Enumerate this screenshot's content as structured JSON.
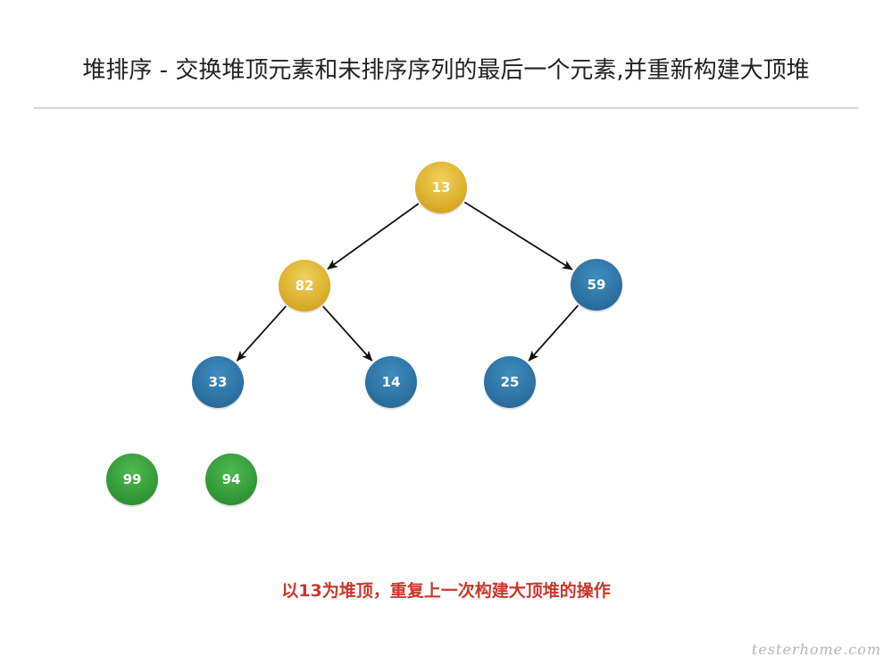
{
  "title": "堆排序 - 交换堆顶元素和未排序序列的最后一个元素,并重新构建大顶堆",
  "caption": "以13为堆顶，重复上一次构建大顶堆的操作",
  "watermark": "testerhome.com",
  "colors": {
    "yellow": "#e0b62c",
    "blue": "#2f77a8",
    "green": "#39a13d",
    "arrow": "#111111",
    "caption": "#c8372d"
  },
  "nodes": [
    {
      "id": "n13",
      "label": "13",
      "color": "yellow"
    },
    {
      "id": "n82",
      "label": "82",
      "color": "yellow"
    },
    {
      "id": "n59",
      "label": "59",
      "color": "blue"
    },
    {
      "id": "n33",
      "label": "33",
      "color": "blue"
    },
    {
      "id": "n14",
      "label": "14",
      "color": "blue"
    },
    {
      "id": "n25",
      "label": "25",
      "color": "blue"
    },
    {
      "id": "n99",
      "label": "99",
      "color": "green"
    },
    {
      "id": "n94",
      "label": "94",
      "color": "green"
    }
  ],
  "edges": [
    {
      "from": "n13",
      "to": "n82"
    },
    {
      "from": "n13",
      "to": "n59"
    },
    {
      "from": "n82",
      "to": "n33"
    },
    {
      "from": "n82",
      "to": "n14"
    },
    {
      "from": "n59",
      "to": "n25"
    }
  ]
}
